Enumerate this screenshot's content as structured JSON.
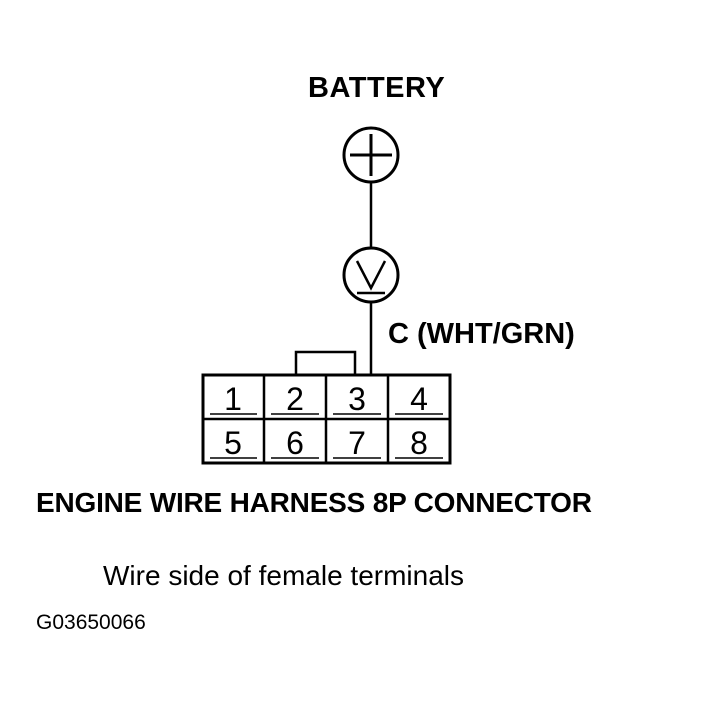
{
  "labels": {
    "battery": "BATTERY",
    "wire": "C (WHT/GRN)",
    "connector_name": "ENGINE WIRE HARNESS 8P CONNECTOR",
    "view_note": "Wire side of female terminals",
    "figure_id": "G03650066"
  },
  "symbols": {
    "battery_terminal": "positive-terminal-icon",
    "voltmeter": "voltmeter-icon"
  },
  "connector": {
    "pins_top": [
      "1",
      "2",
      "3",
      "4"
    ],
    "pins_bottom": [
      "5",
      "6",
      "7",
      "8"
    ]
  },
  "colors": {
    "ink": "#000000",
    "background": "#ffffff"
  }
}
